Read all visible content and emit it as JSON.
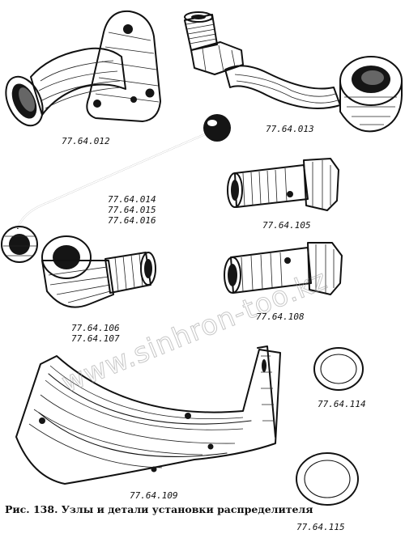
{
  "parts": [
    {
      "id": "p012",
      "label": "77.64.012"
    },
    {
      "id": "p013",
      "label": "77.64.013"
    },
    {
      "id": "p014",
      "label": "77.64.014"
    },
    {
      "id": "p015",
      "label": "77.64.015"
    },
    {
      "id": "p016",
      "label": "77.64.016"
    },
    {
      "id": "p105",
      "label": "77.64.105"
    },
    {
      "id": "p108",
      "label": "77.64.108"
    },
    {
      "id": "p106",
      "label": "77.64.106"
    },
    {
      "id": "p107",
      "label": "77.64.107"
    },
    {
      "id": "p114",
      "label": "77.64.114"
    },
    {
      "id": "p109",
      "label": "77.64.109"
    },
    {
      "id": "p115",
      "label": "77.64.115"
    }
  ],
  "caption": "Рис. 138. Узлы и детали установки распределителя",
  "watermark": "www.sinhron-too.kz",
  "colors": {
    "ink": "#111111",
    "paper": "#ffffff",
    "watermark": "#9a9a9a"
  }
}
